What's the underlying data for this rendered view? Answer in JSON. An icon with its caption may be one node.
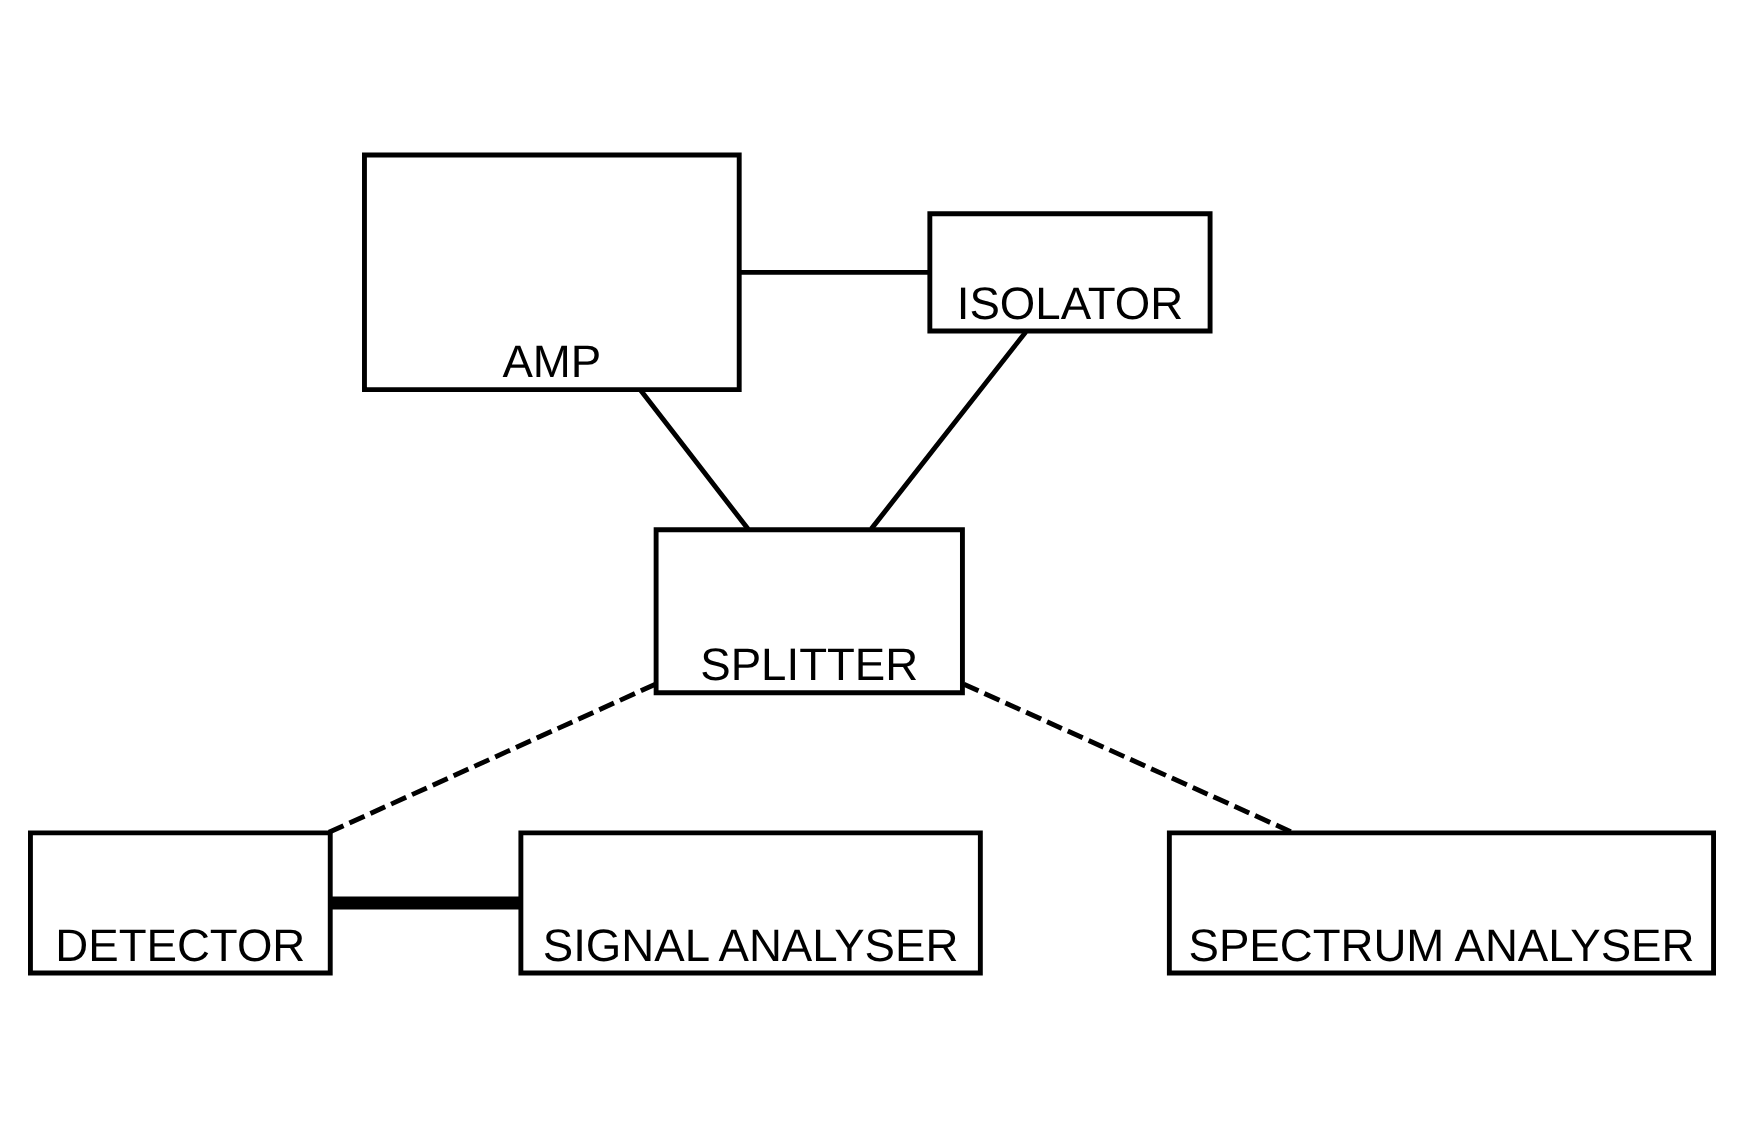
{
  "diagram": {
    "nodes": [
      {
        "text": [
          "AMP"
        ]
      },
      {
        "text": [
          "ISOLATOR"
        ]
      },
      {
        "text": [
          "SPLITTER"
        ]
      },
      {
        "text": [
          "DETECTOR"
        ]
      },
      {
        "text": [
          "SIGNAL ANALYSER"
        ]
      },
      {
        "text": [
          "SPECTRUM ANALYSER"
        ]
      }
    ],
    "edges": [
      {
        "from": 0,
        "to": 1,
        "arrow": "none"
      },
      {
        "from": 1,
        "to": 2,
        "arrow": "none"
      },
      {
        "from": 2,
        "to": 0,
        "arrow": "none"
      },
      {
        "from": 2,
        "to": 3,
        "arrow": "none",
        "style": "dashed"
      },
      {
        "from": 2,
        "to": 5,
        "arrow": "none",
        "style": "dashed"
      },
      {
        "from": 3,
        "to": 4,
        "arrow": "none",
        "style": "thick"
      }
    ]
  }
}
